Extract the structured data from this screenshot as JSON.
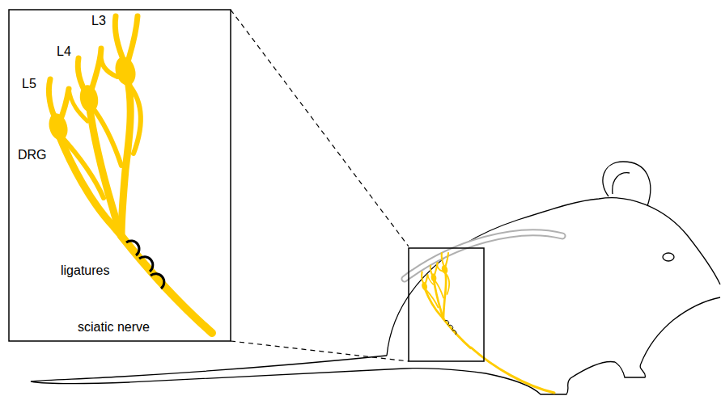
{
  "diagram": {
    "labels": [
      "L3",
      "L4",
      "L5",
      "DRG",
      "ligatures",
      "sciatic nerve"
    ]
  }
}
